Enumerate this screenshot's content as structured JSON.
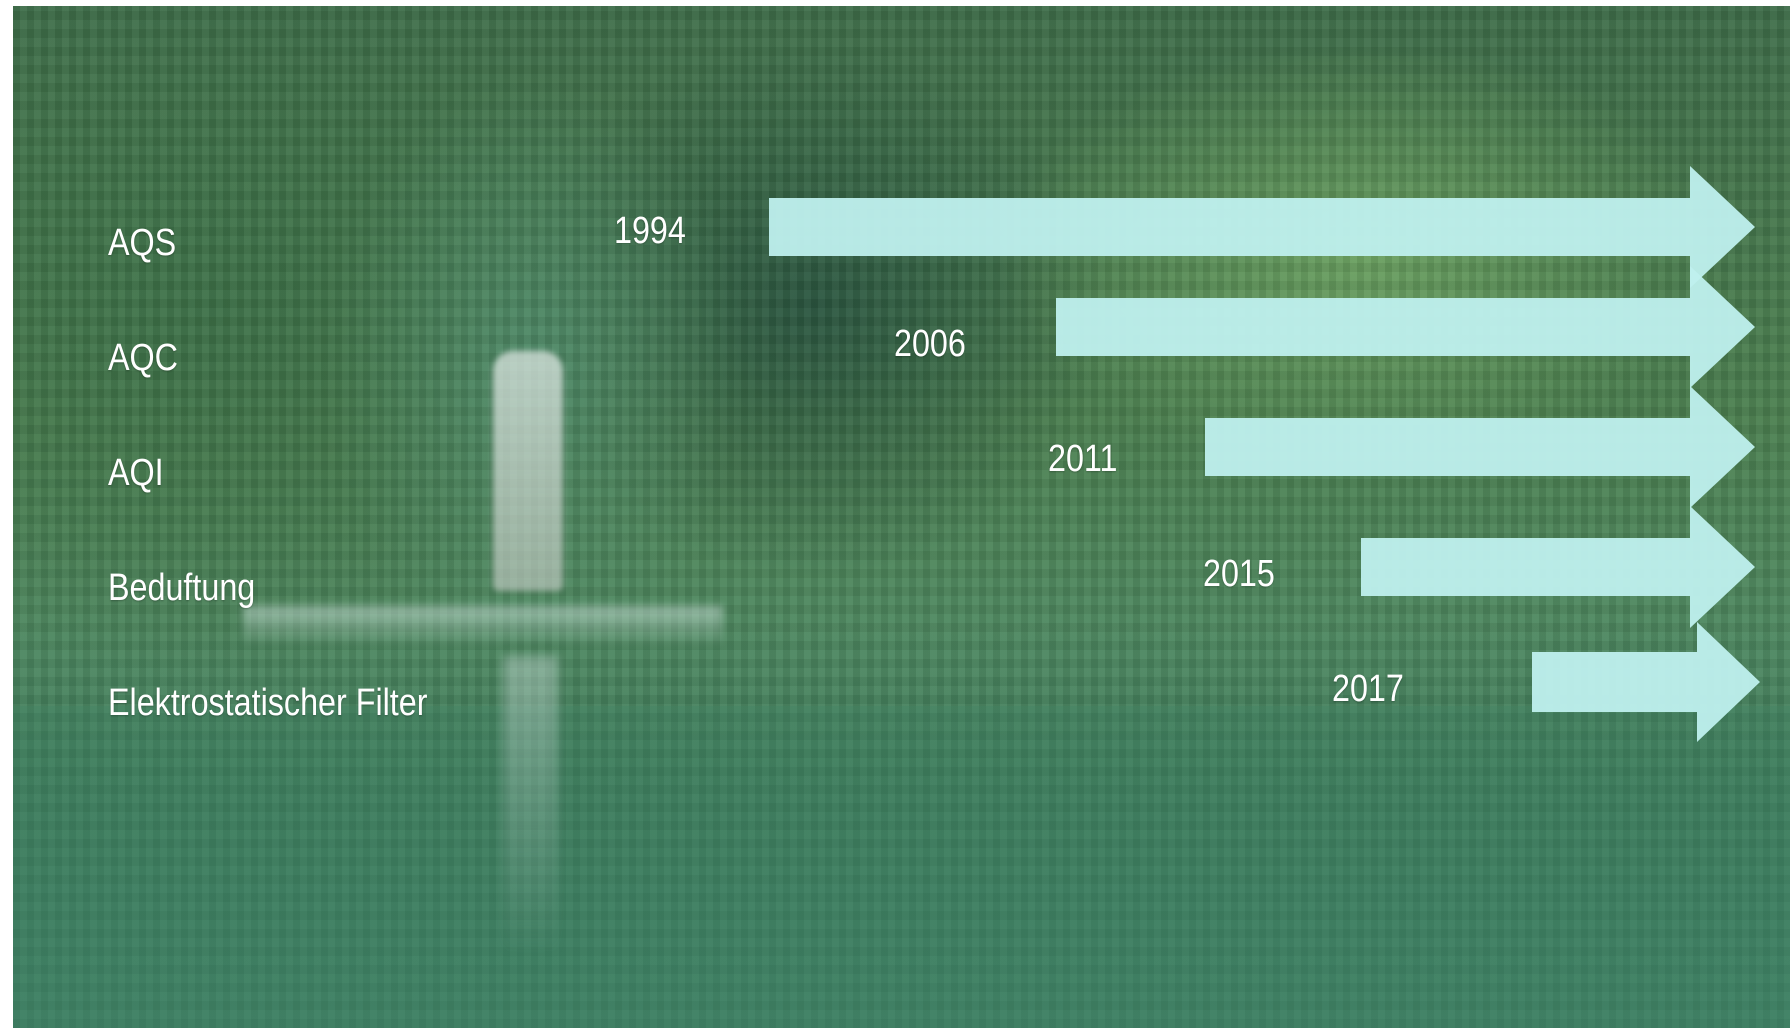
{
  "timeline": {
    "rows": [
      {
        "label": "AQS",
        "year": "1994"
      },
      {
        "label": "AQC",
        "year": "2006"
      },
      {
        "label": "AQI",
        "year": "2011"
      },
      {
        "label": "Beduftung",
        "year": "2015"
      },
      {
        "label": "Elektrostatischer Filter",
        "year": "2017"
      }
    ]
  },
  "colors": {
    "arrow": "#bff0ee",
    "text": "#ffffff"
  },
  "background": {
    "scene": "waterfall-forest-photo"
  }
}
